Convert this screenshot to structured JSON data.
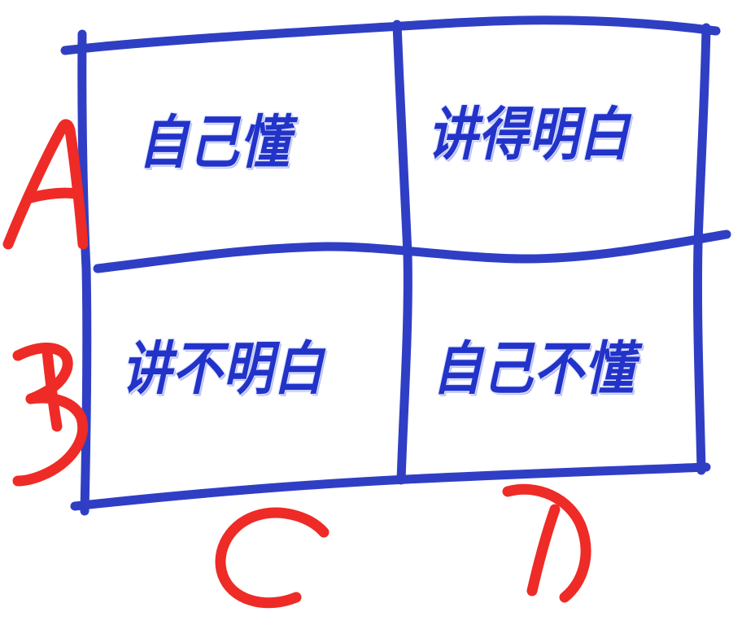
{
  "diagram": {
    "title": "2x2 understanding-vs-explaining matrix",
    "background_color": "#ffffff",
    "grid_color": "#2f3fc4",
    "label_color": "#2233c9",
    "label_outline_color": "#f2f4ff",
    "letter_color": "#ee2b26"
  },
  "quadrants": [
    {
      "id": "top-left",
      "text": "自己懂",
      "row": "A",
      "column": "C"
    },
    {
      "id": "top-right",
      "text": "讲得明白",
      "row": "A",
      "column": "D"
    },
    {
      "id": "bottom-left",
      "text": "讲不明白",
      "row": "B",
      "column": "C"
    },
    {
      "id": "bottom-right",
      "text": "自己不懂",
      "row": "B",
      "column": "D"
    }
  ],
  "axis_letters": [
    {
      "id": "A",
      "label": "A",
      "position": "left-upper"
    },
    {
      "id": "B",
      "label": "B",
      "position": "left-lower"
    },
    {
      "id": "C",
      "label": "C",
      "position": "bottom-left"
    },
    {
      "id": "D",
      "label": "D",
      "position": "bottom-right"
    }
  ]
}
